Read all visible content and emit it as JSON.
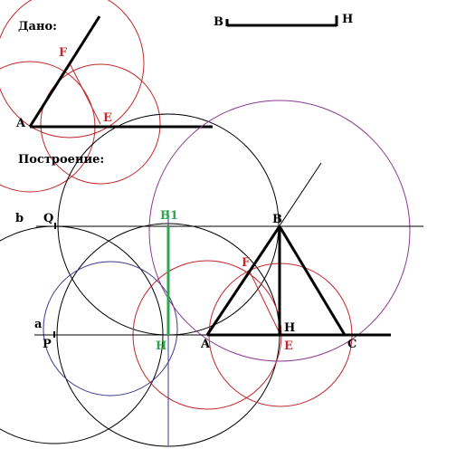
{
  "headings": {
    "given": "Дано:",
    "construction": "Построение:"
  },
  "labels": {
    "given_A": "A",
    "given_F": "F",
    "given_E": "E",
    "seg_B": "B",
    "seg_H": "H",
    "b": "b",
    "Q": "Q",
    "B1": "B1",
    "B": "B",
    "F": "F",
    "a": "a",
    "P": "P",
    "H_green": "H",
    "A": "A",
    "H": "H",
    "E": "E",
    "C": "C"
  },
  "colors": {
    "black": "#000000",
    "red": "#c0282c",
    "purple": "#8a3a8f",
    "blue": "#3a3a8c",
    "green": "#2aa84a"
  }
}
